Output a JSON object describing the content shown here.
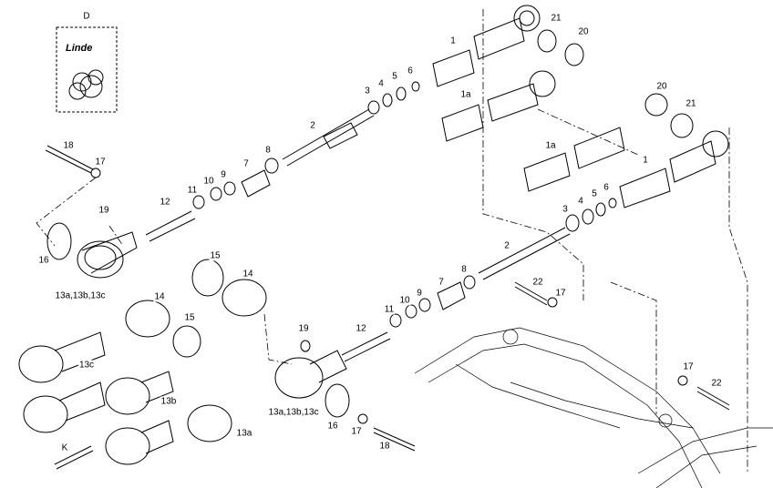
{
  "diagram": {
    "kit_label": "D",
    "logo_text": "Linde",
    "labels": [
      "1",
      "21",
      "20",
      "1a",
      "3",
      "4",
      "5",
      "6",
      "2",
      "8",
      "7",
      "9",
      "10",
      "11",
      "12",
      "18",
      "17",
      "19",
      "16",
      "13a,13b,13c",
      "15",
      "14",
      "14",
      "15",
      "13c",
      "13b",
      "13a",
      "K",
      "20",
      "21",
      "1a",
      "1",
      "3",
      "4",
      "5",
      "6",
      "2",
      "8",
      "7",
      "9",
      "10",
      "11",
      "12",
      "19",
      "22",
      "17",
      "13a,13b,13c",
      "16",
      "17",
      "18",
      "17",
      "22"
    ]
  }
}
